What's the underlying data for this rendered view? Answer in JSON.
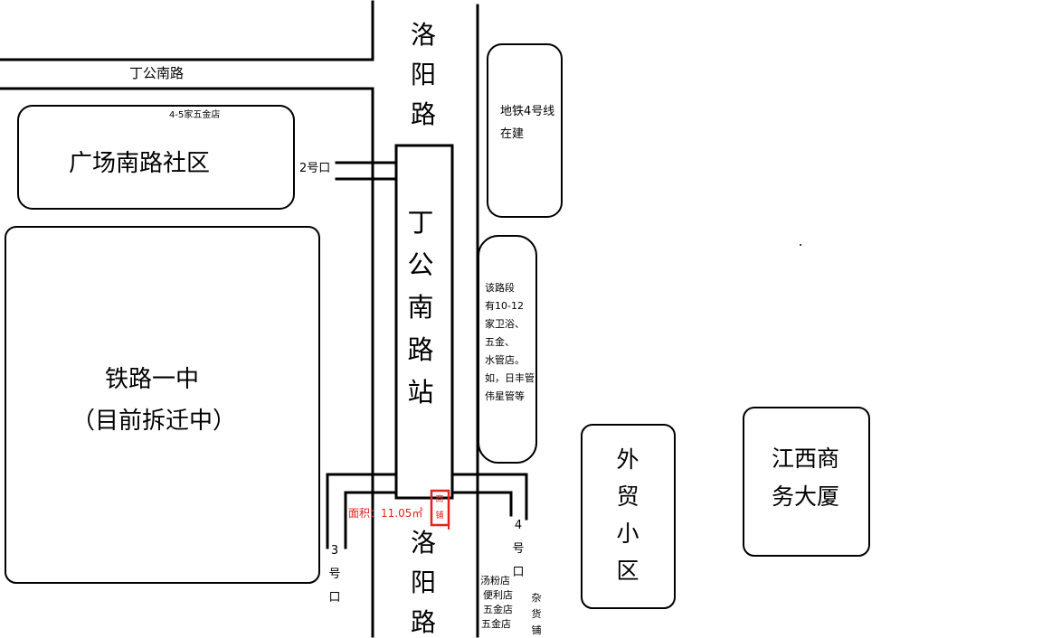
{
  "roads": {
    "dinggong_south_road": "丁公南路",
    "luoyang_road_upper": "洛阳路",
    "luoyang_road_lower": "洛阳路"
  },
  "station": {
    "name": "丁公南路站"
  },
  "exits": {
    "exit2": "2号口",
    "exit3": "3号口",
    "exit4": "4号口"
  },
  "blocks": {
    "guangchang_community": "广场南路社区",
    "hardware_note": "4-5家五金店",
    "railway_school_line1": "铁路一中",
    "railway_school_line2": "（目前拆迁中）",
    "subway_line1": "地铁4号线",
    "subway_line2": "在建",
    "shops_note": [
      "该路段",
      "有10-12",
      "家卫浴、",
      "五金、",
      "水管店。",
      "如，日丰管",
      "伟星管等"
    ],
    "waimao_community": "外贸小区",
    "jiangxi_building_line1": "江西商",
    "jiangxi_building_line2": "务大厦"
  },
  "shop": {
    "label": "商铺",
    "area_label": "面积：11.05㎡"
  },
  "lower_shops": {
    "left": [
      "汤粉店",
      "便利店",
      "五金店",
      "五金店"
    ],
    "right": "杂货铺"
  },
  "colors": {
    "line": "#000000",
    "highlight": "#e8201c"
  }
}
